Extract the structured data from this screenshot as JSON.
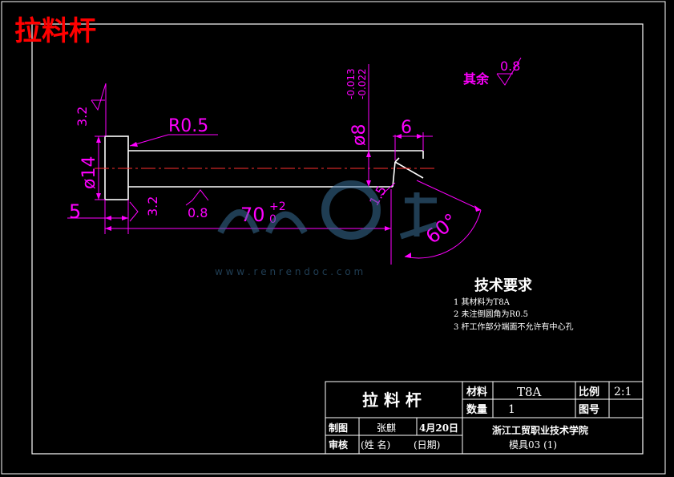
{
  "page_title": "拉料杆",
  "dimensions": {
    "roughness_head": "3.2",
    "roughness_left_bottom": "3.2",
    "roughness_bottom": "0.8",
    "radius": "R0.5",
    "head_diameter": "ø14",
    "head_length": "5",
    "shaft_diameter": "ø8",
    "tol_upper": "-0.013",
    "tol_lower": "-0.022",
    "tip_length": "6",
    "chamfer": "1.5",
    "angle": "60°",
    "length": "70",
    "length_tol_upper": "+2",
    "length_tol_lower": "0"
  },
  "other_roughness": {
    "label": "其余",
    "value": "0.8"
  },
  "technical_requirements": {
    "heading": "技术要求",
    "items": [
      "1  其材料为T8A",
      "2  未注倒圆角为R0.5",
      "3  杆工作部分端面不允许有中心孔"
    ]
  },
  "watermark": {
    "url": "w w w . r e n r e n d o c . c o m"
  },
  "title_block": {
    "part_name": "拉 料 杆",
    "material_label": "材料",
    "material_value": "T8A",
    "scale_label": "比例",
    "scale_value": "2:1",
    "quantity_label": "数量",
    "quantity_value": "1",
    "drawing_no_label": "图号",
    "drawn_label": "制图",
    "drawn_name": "张麒",
    "drawn_date": "4月20日",
    "checked_label": "审核",
    "name_placeholder": "(姓  名)",
    "date_placeholder": "(日期)",
    "school": "浙江工贸职业技术学院",
    "class": "模具03 (1)"
  },
  "colors": {
    "magenta": "#ff00ff",
    "red": "#ff0000",
    "white": "#ffffff",
    "centerline": "#ff3030"
  }
}
